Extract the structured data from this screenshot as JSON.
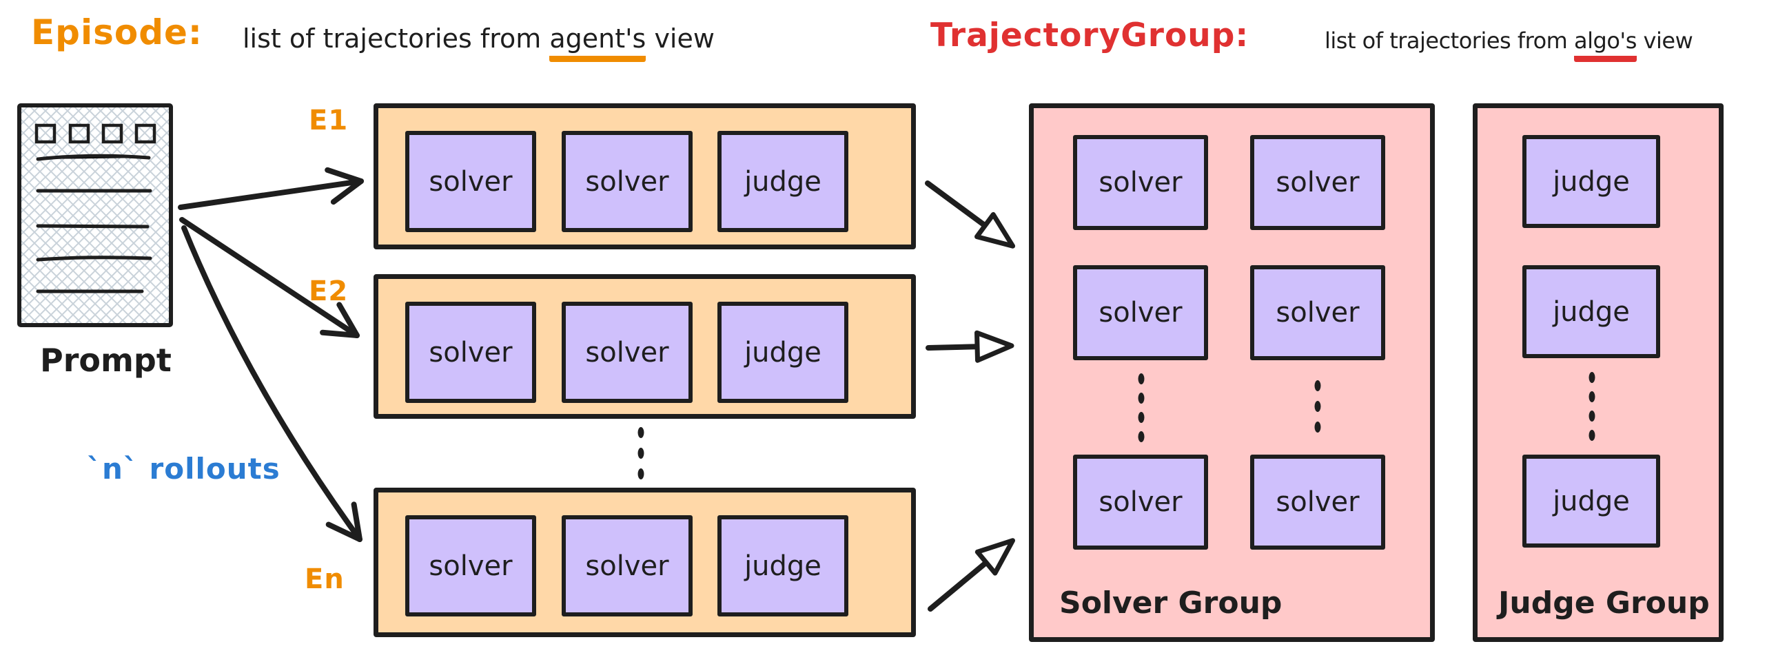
{
  "header": {
    "episode_term": "Episode:",
    "episode_desc_pre": "list of trajectories from ",
    "episode_desc_underlined": "agent's",
    "episode_desc_post": " view",
    "trajectory_term": "TrajectoryGroup:",
    "trajectory_desc_pre": "list of trajectories from ",
    "trajectory_desc_underlined": "algo's",
    "trajectory_desc_post": " view"
  },
  "prompt": {
    "label": "Prompt"
  },
  "rollouts_note": "`n` rollouts",
  "episodes": [
    {
      "label": "E1",
      "trajectories": [
        "solver",
        "solver",
        "judge"
      ]
    },
    {
      "label": "E2",
      "trajectories": [
        "solver",
        "solver",
        "judge"
      ]
    },
    {
      "label": "En",
      "trajectories": [
        "solver",
        "solver",
        "judge"
      ]
    }
  ],
  "groups": {
    "solver": {
      "label": "Solver Group",
      "rows": [
        [
          "solver",
          "solver"
        ],
        [
          "solver",
          "solver"
        ],
        [
          "solver",
          "solver"
        ]
      ]
    },
    "judge": {
      "label": "Judge Group",
      "rows": [
        [
          "judge"
        ],
        [
          "judge"
        ],
        [
          "judge"
        ]
      ]
    }
  },
  "colors": {
    "ink": "#1e1e1e",
    "episode_accent": "#f08c00",
    "trajectory_accent": "#e03131",
    "rollouts_accent": "#2b7cd3",
    "episode_row_fill": "#ffd8a8",
    "trajectory_box_fill": "#cfc0fc",
    "group_panel_fill": "#ffc9c9"
  }
}
